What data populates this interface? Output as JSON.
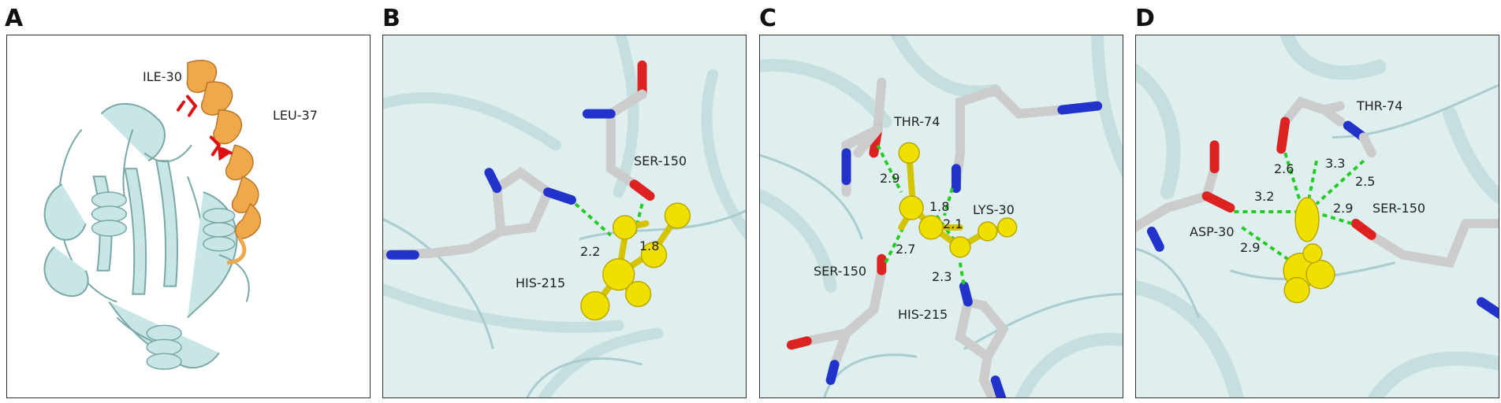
{
  "panels": [
    {
      "letter": "A",
      "labels": [
        "ILE-30",
        "LEU-37"
      ],
      "distances": []
    },
    {
      "letter": "B",
      "labels": [
        "SER-150",
        "HIS-215"
      ],
      "distances": [
        "2.2",
        "1.8"
      ]
    },
    {
      "letter": "C",
      "labels": [
        "THR-74",
        "LYS-30",
        "SER-150",
        "HIS-215"
      ],
      "distances": [
        "2.9",
        "1.8",
        "2.1",
        "2.7",
        "2.3"
      ]
    },
    {
      "letter": "D",
      "labels": [
        "THR-74",
        "ASP-30",
        "SER-150"
      ],
      "distances": [
        "2.6",
        "3.3",
        "2.5",
        "3.2",
        "2.9",
        "2.9"
      ]
    }
  ],
  "colors": {
    "ribbon": "#b9dcdc",
    "ribbon_dark": "#8fb8b8",
    "helix_highlight": "#f0a94a",
    "residue_red": "#dd1111",
    "ligand": "#f0e000",
    "carbon": "#bbbbbb",
    "oxygen": "#dd2222",
    "nitrogen": "#2233cc",
    "hbond": "#22cc22"
  }
}
